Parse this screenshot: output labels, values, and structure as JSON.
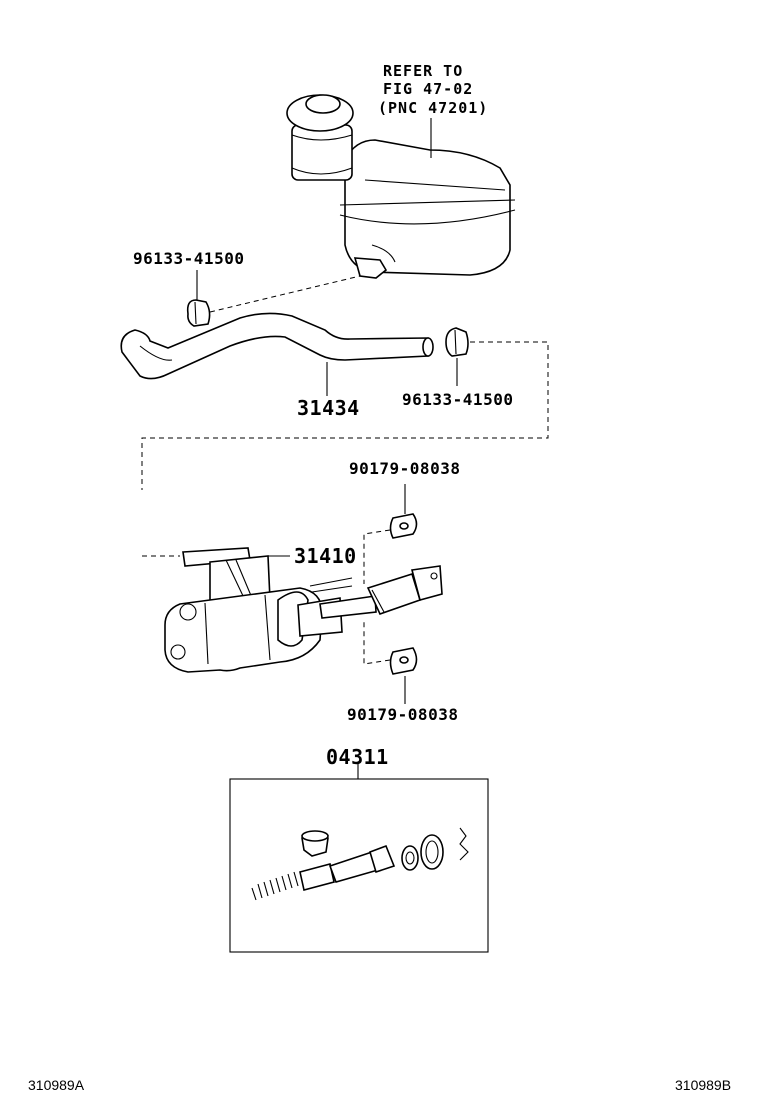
{
  "refer": {
    "line1": "REFER TO",
    "line2": "FIG 47-02",
    "line3": "(PNC 47201)"
  },
  "parts": {
    "clip_upper": "96133-41500",
    "hose": "31434",
    "clip_lower": "96133-41500",
    "grommet_upper": "90179-08038",
    "master_cylinder": "31410",
    "grommet_lower": "90179-08038",
    "repair_kit": "04311"
  },
  "codes": {
    "left": "310989A",
    "right": "310989B"
  }
}
